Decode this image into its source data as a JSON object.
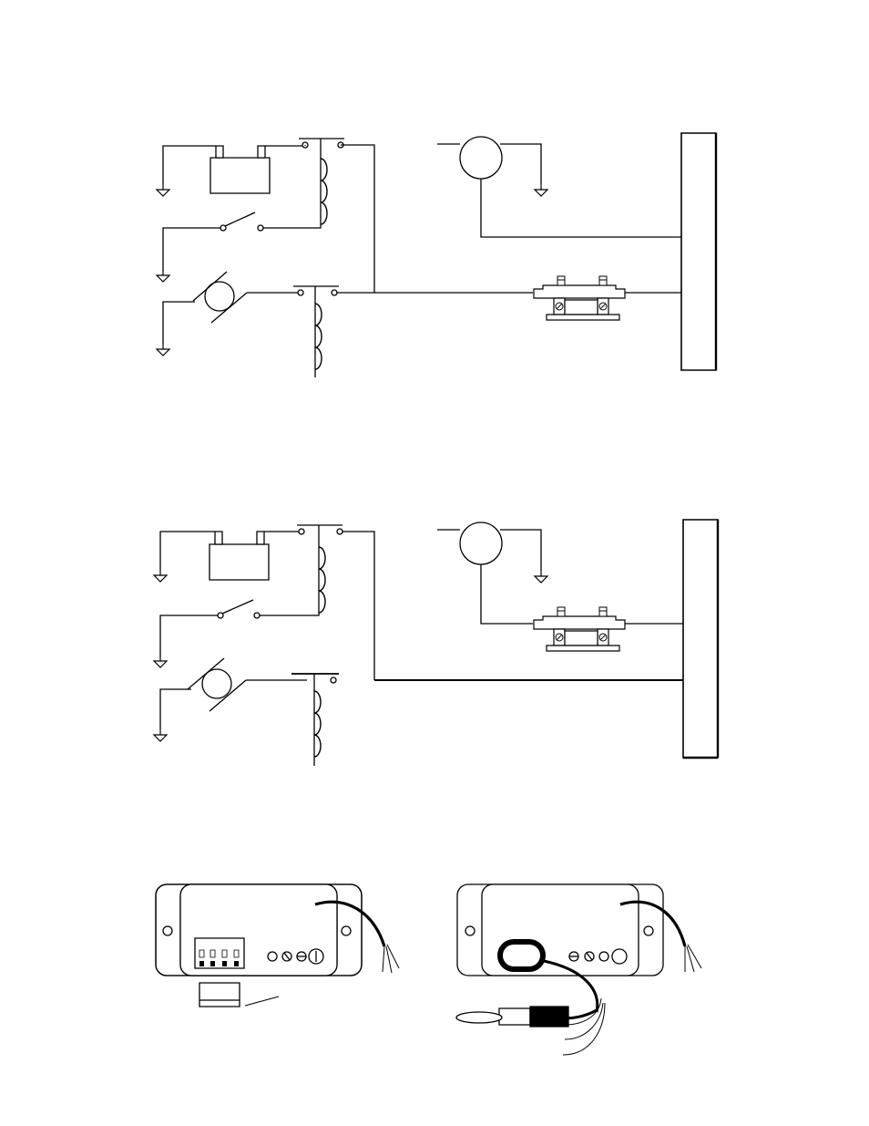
{
  "document": {
    "labels": [],
    "colors": {
      "ink": "#000000",
      "paper": "#ffffff"
    }
  },
  "figures": [
    {
      "name": "wiring-diagram-1",
      "text": []
    },
    {
      "name": "wiring-diagram-2",
      "text": []
    },
    {
      "name": "controller-module-with-dip-switch",
      "text": []
    },
    {
      "name": "controller-module-with-sensor-loop",
      "text": []
    }
  ]
}
